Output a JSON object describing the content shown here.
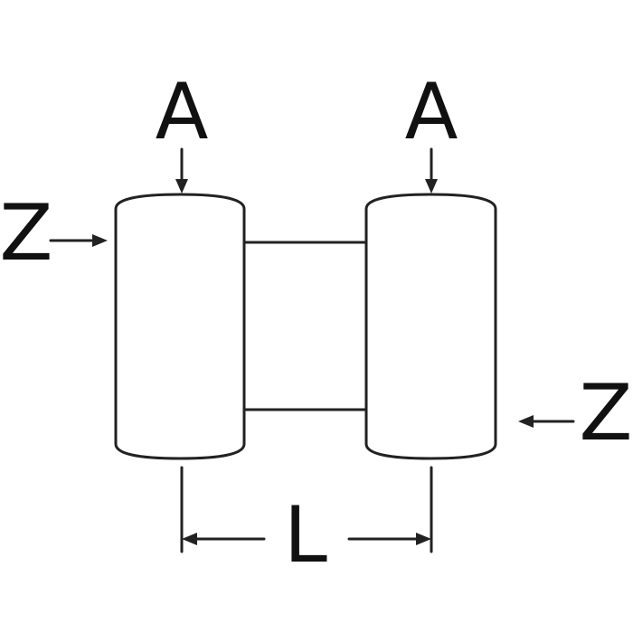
{
  "labels": {
    "top_left": "A",
    "top_right": "A",
    "left_side": "Z",
    "right_side": "Z",
    "length": "L"
  },
  "colors": {
    "line": "#222222",
    "text": "#111111",
    "background": "#ffffff"
  }
}
